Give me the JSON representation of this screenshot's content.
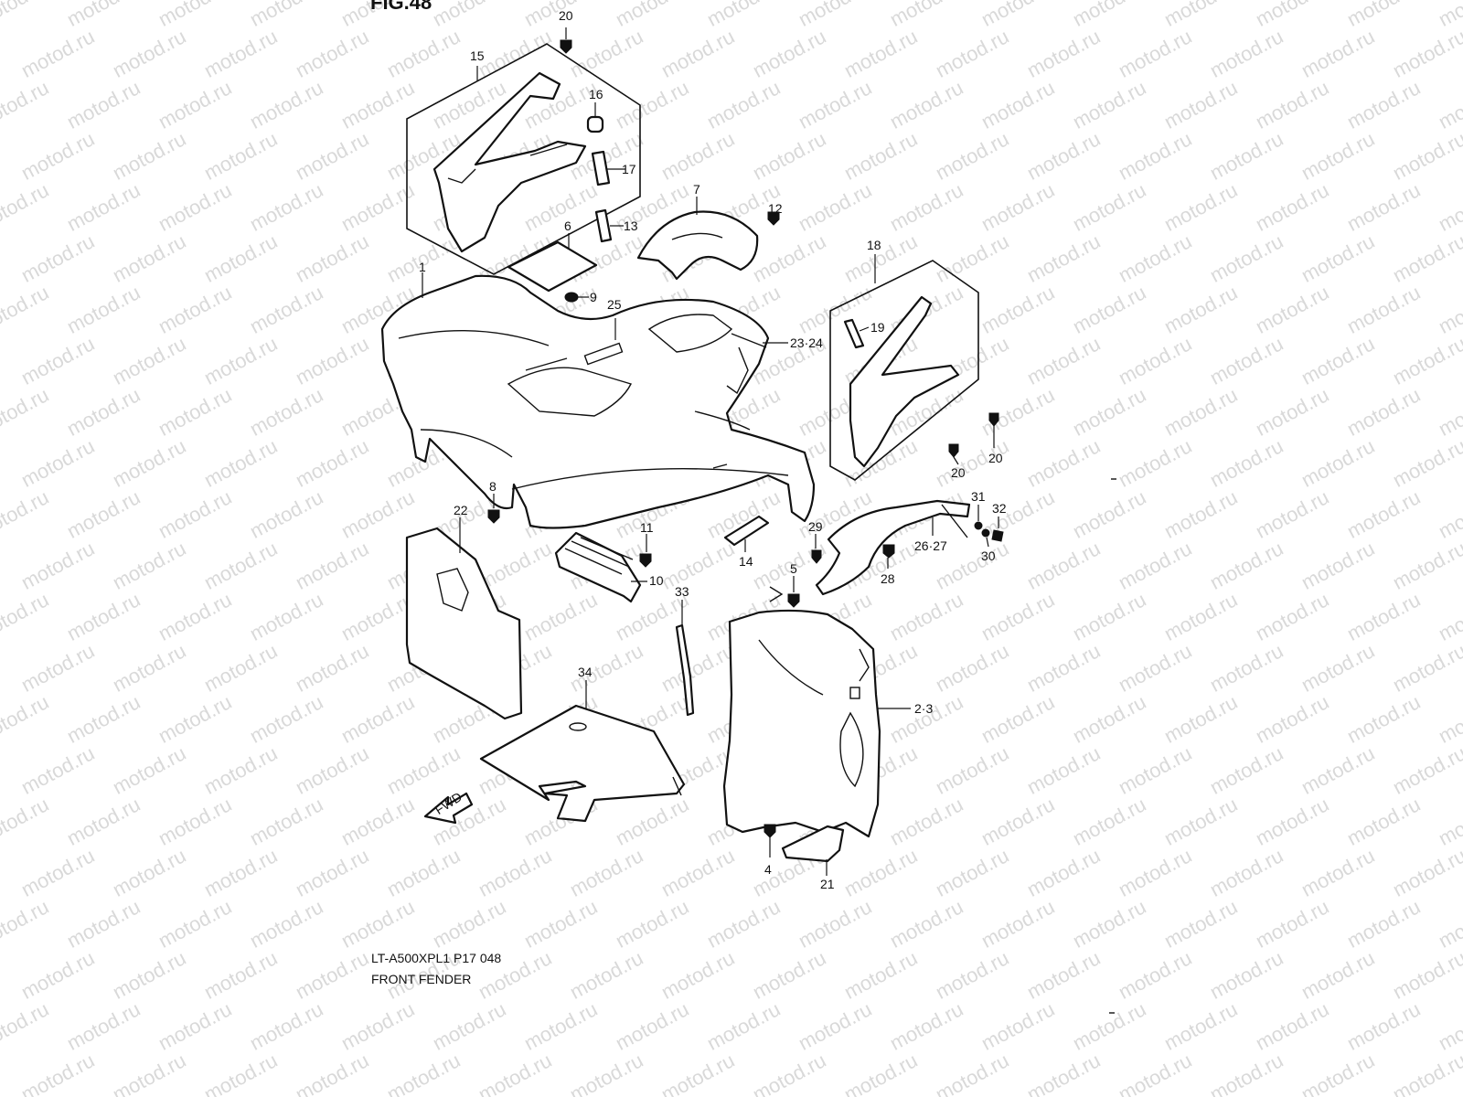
{
  "diagram": {
    "figure_heading": "FIG.48",
    "caption_model": "LT-A500XPL1 P17  048",
    "caption_title": "FRONT FENDER",
    "watermark": "motod.ru",
    "fwd_arrow": "FWD",
    "callouts": [
      {
        "id": "c20a",
        "text": "20"
      },
      {
        "id": "c15",
        "text": "15"
      },
      {
        "id": "c16",
        "text": "16"
      },
      {
        "id": "c17",
        "text": "17"
      },
      {
        "id": "c13",
        "text": "13"
      },
      {
        "id": "c6",
        "text": "6"
      },
      {
        "id": "c7",
        "text": "7"
      },
      {
        "id": "c12",
        "text": "12"
      },
      {
        "id": "c1",
        "text": "1"
      },
      {
        "id": "c9",
        "text": "9"
      },
      {
        "id": "c25",
        "text": "25"
      },
      {
        "id": "c18",
        "text": "18"
      },
      {
        "id": "c19",
        "text": "19"
      },
      {
        "id": "c2324",
        "text": "23·24"
      },
      {
        "id": "c20b",
        "text": "20"
      },
      {
        "id": "c20c",
        "text": "20"
      },
      {
        "id": "c8",
        "text": "8"
      },
      {
        "id": "c22",
        "text": "22"
      },
      {
        "id": "c11",
        "text": "11"
      },
      {
        "id": "c10",
        "text": "10"
      },
      {
        "id": "c14",
        "text": "14"
      },
      {
        "id": "c29",
        "text": "29"
      },
      {
        "id": "c2627",
        "text": "26·27"
      },
      {
        "id": "c28",
        "text": "28"
      },
      {
        "id": "c31",
        "text": "31"
      },
      {
        "id": "c32",
        "text": "32"
      },
      {
        "id": "c30",
        "text": "30"
      },
      {
        "id": "c5",
        "text": "5"
      },
      {
        "id": "c33",
        "text": "33"
      },
      {
        "id": "c34",
        "text": "34"
      },
      {
        "id": "c23",
        "text": "2·3"
      },
      {
        "id": "c4",
        "text": "4"
      },
      {
        "id": "c21",
        "text": "21"
      }
    ]
  }
}
